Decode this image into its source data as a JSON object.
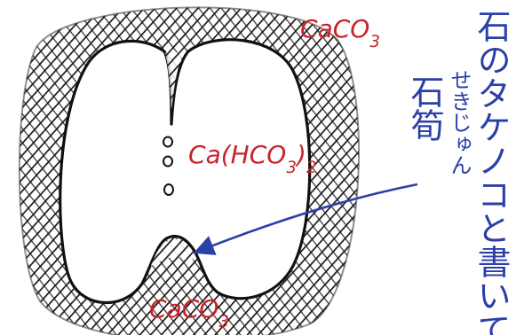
{
  "colors": {
    "hatch": "#1a1a1a",
    "outline": "#111111",
    "red_text": "#c8232a",
    "blue_text": "#2b3fa8",
    "paper": "#ffffff"
  },
  "labels": {
    "caco3_top": "CaCO3",
    "caco3_bottom": "CaCO3",
    "bicarbonate": "Ca(HCO3)2",
    "vertical_caption": "石のタケノコと書いて",
    "ruby": "せきじゅん",
    "term": "石筍"
  },
  "icons": {
    "arrow": "arrow-pointer-icon",
    "drops": "droplet-icon"
  }
}
